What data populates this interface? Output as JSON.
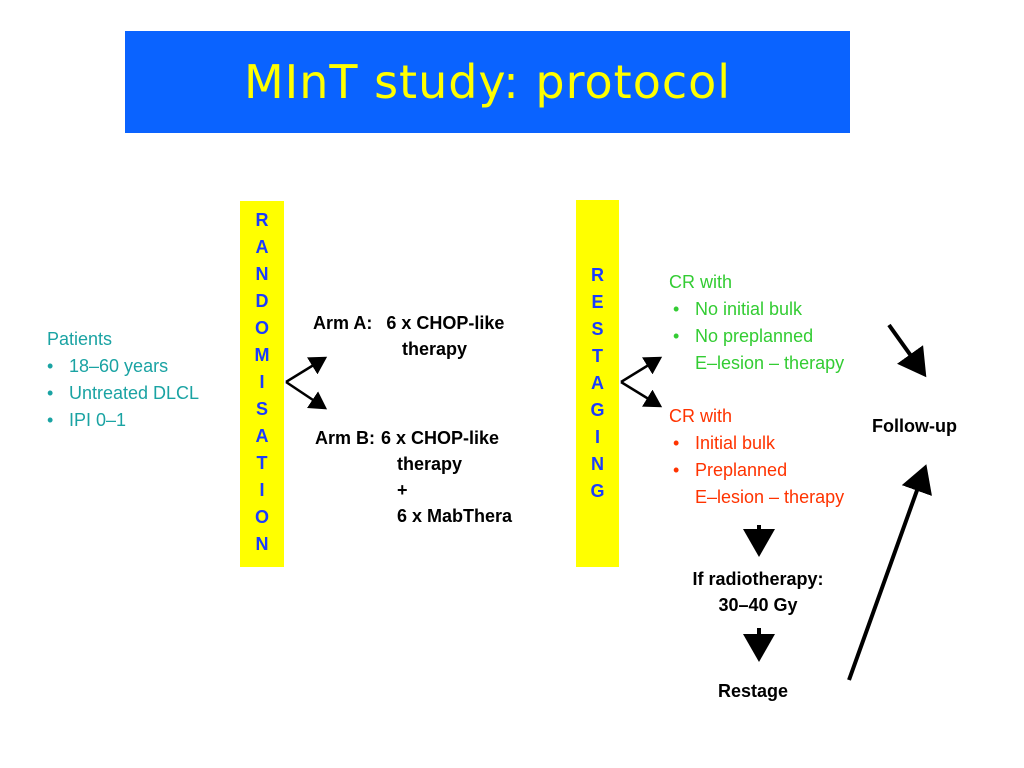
{
  "title": "MInT study: protocol",
  "randomisation_letters": [
    "R",
    "A",
    "N",
    "D",
    "O",
    "M",
    "I",
    "S",
    "A",
    "T",
    "I",
    "O",
    "N"
  ],
  "restaging_letters": [
    "R",
    "E",
    "S",
    "T",
    "A",
    "G",
    "I",
    "N",
    "G"
  ],
  "patients": {
    "heading": "Patients",
    "items": [
      "18–60 years",
      "Untreated DLCL",
      "IPI 0–1"
    ]
  },
  "arm_a": {
    "label": "Arm A:",
    "line1": "6 x CHOP-like",
    "line2": "therapy"
  },
  "arm_b": {
    "label": "Arm B:",
    "line1": "6 x CHOP-like",
    "line2": "therapy",
    "line3": "+",
    "line4": "6 x MabThera"
  },
  "cr_no_bulk": {
    "heading": "CR with",
    "item1": "No initial bulk",
    "item2": "No preplanned",
    "item2_cont": "E–lesion – therapy"
  },
  "cr_bulk": {
    "heading": "CR with",
    "item1": "Initial bulk",
    "item2": "Preplanned",
    "item2_cont": "E–lesion – therapy"
  },
  "follow_up": "Follow-up",
  "radiotherapy": {
    "line1": "If radiotherapy:",
    "line2": "30–40 Gy"
  },
  "restage": "Restage",
  "bullet": "•",
  "colors": {
    "title_bg": "#0a63ff",
    "title_text": "#ffff00",
    "bar_bg": "#ffff00",
    "bar_text": "#1a3cff",
    "patients_text": "#1aa3a3",
    "cr_no_bulk_text": "#33cc33",
    "cr_bulk_text": "#ff3300"
  }
}
